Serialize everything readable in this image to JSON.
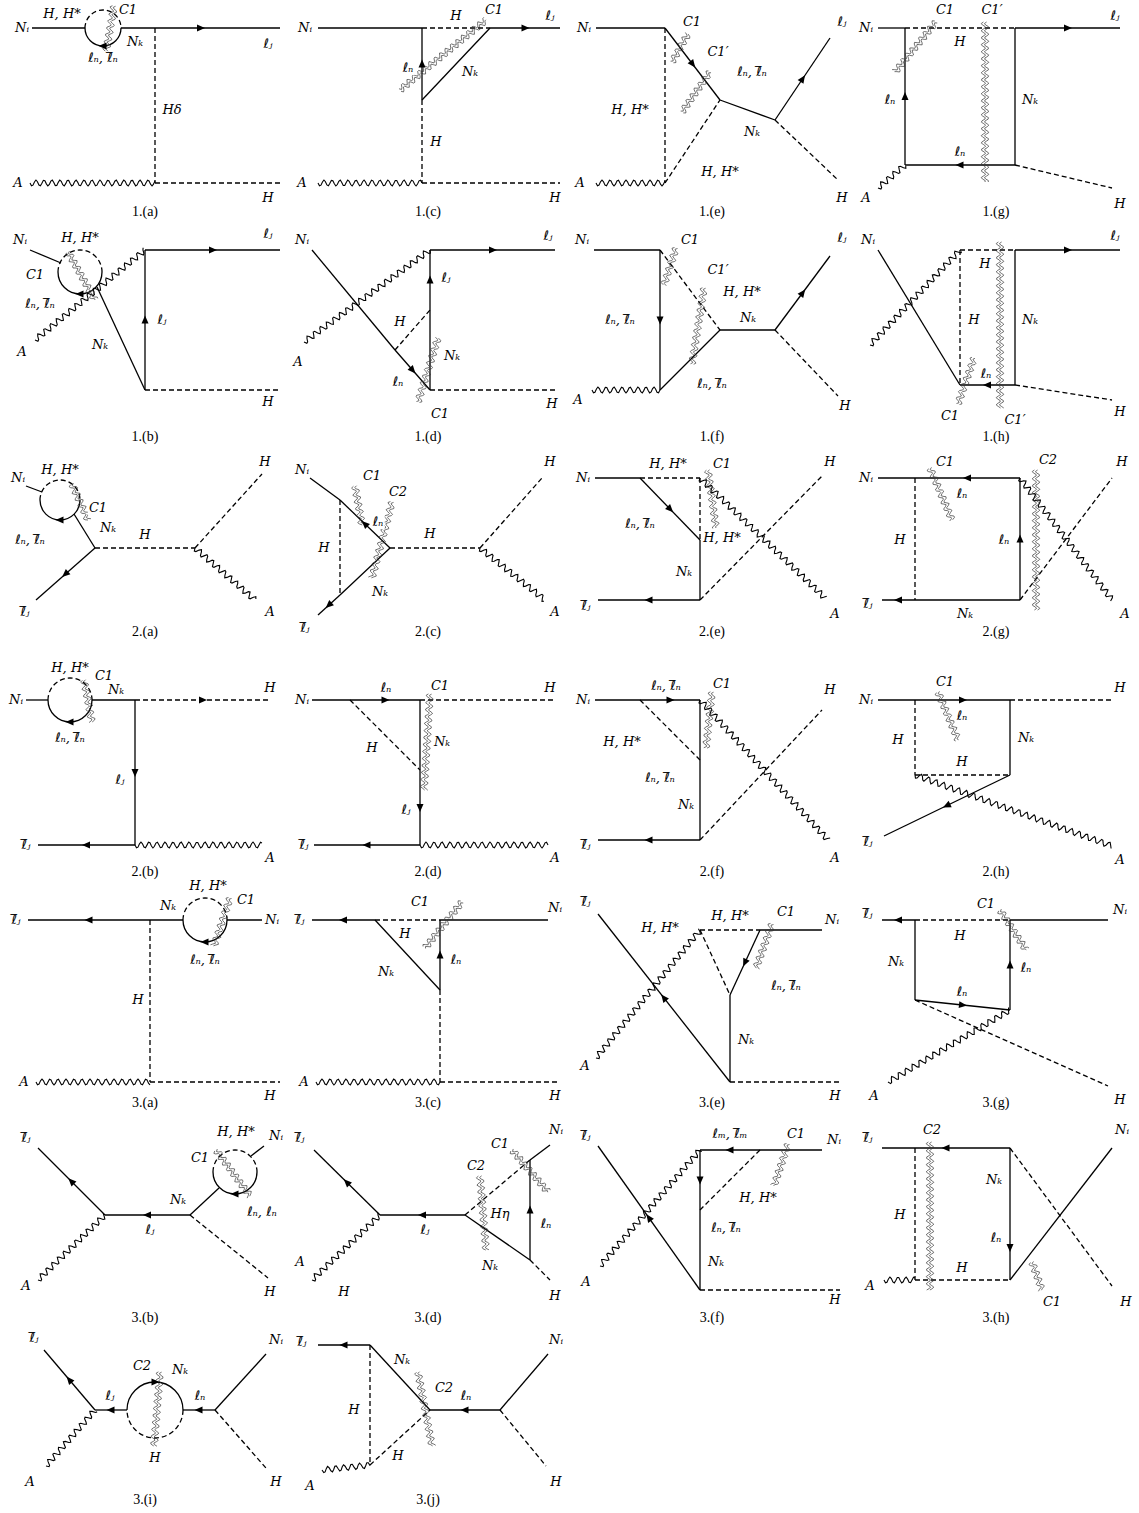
{
  "diagram": {
    "labels": [
      "Nᵢ",
      "H, H*",
      "C1",
      "Nₖ",
      "ℓₙ, ℓ̅ₙ",
      "ℓⱼ",
      "Hδ",
      "A",
      "H",
      "1.(a)",
      "Nᵢ",
      "H",
      "C1",
      "ℓⱼ",
      "ℓₙ",
      "Nₖ",
      "H",
      "A",
      "H",
      "1.(c)",
      "Nᵢ",
      "C1",
      "C1′",
      "ℓₙ, ℓ̅ₙ",
      "H, H*",
      "Nₖ",
      "ℓⱼ",
      "A",
      "H, H*",
      "H",
      "1.(e)",
      "Nᵢ",
      "C1",
      "C1′",
      "ℓⱼ",
      "H",
      "ℓₙ",
      "Nₖ",
      "ℓₙ",
      "A",
      "H",
      "1.(g)",
      "Nᵢ",
      "H, H*",
      "C1",
      "ℓₙ, ℓ̅ₙ",
      "A",
      "Nₖ",
      "ℓⱼ",
      "ℓⱼ",
      "H",
      "1.(b)",
      "Nᵢ",
      "ℓⱼ",
      "ℓⱼ",
      "A",
      "H",
      "Nₖ",
      "ℓₙ",
      "H",
      "C1",
      "1.(d)",
      "Nᵢ",
      "C1",
      "C1′",
      "H, H*",
      "ℓⱼ",
      "ℓₙ, ℓ̅ₙ",
      "Nₖ",
      "A",
      "ℓₙ, ℓ̅ₙ",
      "H",
      "1.(f)",
      "Nᵢ",
      "ℓⱼ",
      "H",
      "H",
      "Nₖ",
      "ℓₙ",
      "C1",
      "C1′",
      "H",
      "1.(h)",
      "Nᵢ",
      "H, H*",
      "C1",
      "ℓₙ, ℓ̅ₙ",
      "Nₖ",
      "H",
      "H",
      "ℓ̅ⱼ",
      "A",
      "2.(a)",
      "Nᵢ",
      "C1",
      "C2",
      "ℓₙ",
      "H",
      "Nₖ",
      "ℓ̅ⱼ",
      "H",
      "H",
      "A",
      "2.(c)",
      "Nᵢ",
      "H, H*",
      "C1",
      "H",
      "ℓₙ, ℓ̅ₙ",
      "H, H*",
      "Nₖ",
      "ℓ̅ⱼ",
      "A",
      "2.(e)",
      "Nᵢ",
      "C1",
      "C2",
      "ℓₙ",
      "H",
      "ℓₙ",
      "H",
      "ℓ̅ⱼ",
      "Nₖ",
      "A",
      "2.(g)",
      "Nᵢ",
      "H, H*",
      "C1",
      "ℓₙ, ℓ̅ₙ",
      "Nₖ",
      "H",
      "ℓⱼ",
      "ℓ̅ⱼ",
      "A",
      "2.(b)",
      "Nᵢ",
      "ℓₙ",
      "C1",
      "H",
      "H",
      "Nₖ",
      "ℓⱼ",
      "ℓ̅ⱼ",
      "A",
      "2.(d)",
      "Nᵢ",
      "ℓₙ, ℓ̅ₙ",
      "C1",
      "H",
      "H, H*",
      "ℓₙ, ℓ̅ₙ",
      "Nₖ",
      "ℓ̅ⱼ",
      "A",
      "2.(f)",
      "Nᵢ",
      "C1",
      "H",
      "ℓₙ",
      "H",
      "Nₖ",
      "H",
      "ℓ̅ⱼ",
      "A",
      "2.(h)",
      "ℓ̅ⱼ",
      "Nₖ",
      "H, H*",
      "C1",
      "Nᵢ",
      "ℓₙ, ℓ̅ₙ",
      "H",
      "A",
      "H",
      "3.(a)",
      "ℓ̅ⱼ",
      "C1",
      "Nᵢ",
      "H",
      "Nₖ",
      "ℓₙ",
      "A",
      "H",
      "3.(c)",
      "ℓ̅ⱼ",
      "H, H*",
      "C1",
      "Nᵢ",
      "H, H*",
      "ℓₙ, ℓ̅ₙ",
      "Nₖ",
      "A",
      "H",
      "3.(e)",
      "ℓ̅ⱼ",
      "C1",
      "Nᵢ",
      "H",
      "Nₖ",
      "ℓₙ",
      "ℓₙ",
      "A",
      "H",
      "3.(g)",
      "ℓ̅ⱼ",
      "H, H*",
      "C1",
      "Nᵢ",
      "Nₖ",
      "ℓⱼ",
      "ℓₙ, ℓₙ",
      "A",
      "H",
      "3.(b)",
      "ℓ̅ⱼ",
      "C1",
      "Nᵢ",
      "C2",
      "A",
      "H",
      "ℓⱼ",
      "Hη",
      "ℓₙ",
      "Nₖ",
      "H",
      "3.(d)",
      "ℓ̅ⱼ",
      "ℓₘ, ℓ̅ₘ",
      "C1",
      "Nᵢ",
      "ℓₙ, ℓ̅ₙ",
      "H, H*",
      "Nₖ",
      "A",
      "H",
      "3.(f)",
      "ℓ̅ⱼ",
      "C2",
      "Nₖ",
      "Nᵢ",
      "H",
      "ℓₙ",
      "H",
      "C1",
      "A",
      "H",
      "3.(h)",
      "ℓ̅ⱼ",
      "C2",
      "Nₖ",
      "Nᵢ",
      "ℓⱼ",
      "ℓₙ",
      "H",
      "A",
      "H",
      "3.(i)",
      "ℓ̅ⱼ",
      "Nₖ",
      "C2",
      "Nᵢ",
      "H",
      "ℓₙ",
      "H",
      "A",
      "H",
      "3.(j)"
    ]
  }
}
